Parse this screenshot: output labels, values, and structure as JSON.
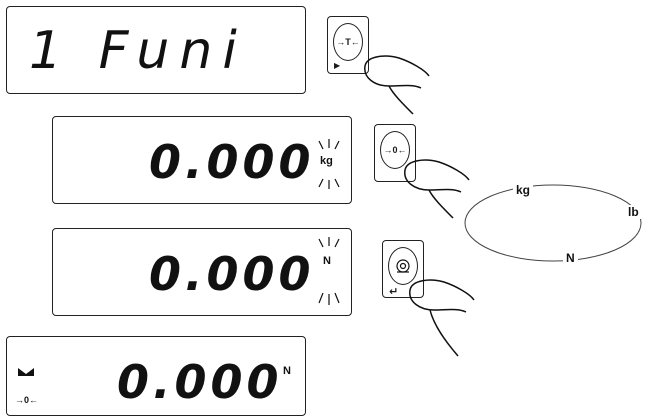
{
  "display1": {
    "text": "1 Funi"
  },
  "display2": {
    "value": "0.000",
    "unit": "kg"
  },
  "display3": {
    "value": "0.000",
    "unit": "N"
  },
  "display4": {
    "value": "0.000",
    "unit": "N",
    "zero_indicator": "→0←"
  },
  "buttons": {
    "tare": {
      "label": "→T←"
    },
    "zero": {
      "label": "→0←"
    },
    "print": {
      "icon": "print-icon"
    }
  },
  "unit_cycle": {
    "units": [
      "kg",
      "lb",
      "N"
    ]
  }
}
